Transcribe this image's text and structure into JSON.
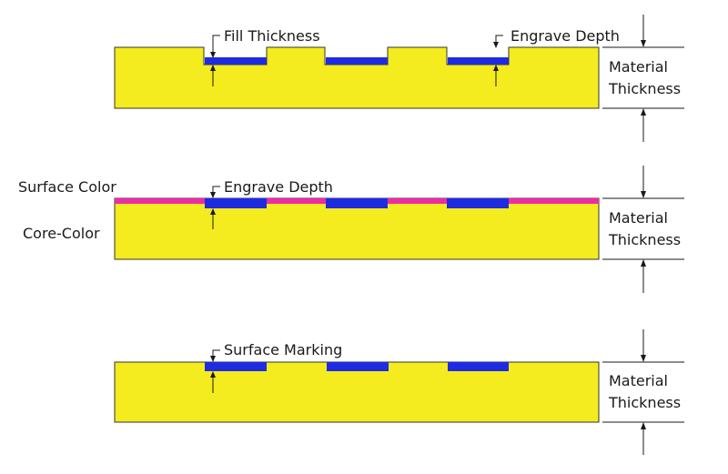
{
  "colors": {
    "material": "#f4ec1e",
    "fill": "#1f2be0",
    "surface": "#ee2aa6",
    "outline": "#333333",
    "text": "#1a1a1a"
  },
  "panel1": {
    "fill_label": "Fill Thickness",
    "engrave_label": "Engrave Depth",
    "material_line1": "Material",
    "material_line2": "Thickness"
  },
  "panel2": {
    "surface_color_label": "Surface Color",
    "core_color_label": "Core-Color",
    "engrave_label": "Engrave Depth",
    "material_line1": "Material",
    "material_line2": "Thickness"
  },
  "panel3": {
    "marking_label": "Surface Marking",
    "material_line1": "Material",
    "material_line2": "Thickness"
  }
}
